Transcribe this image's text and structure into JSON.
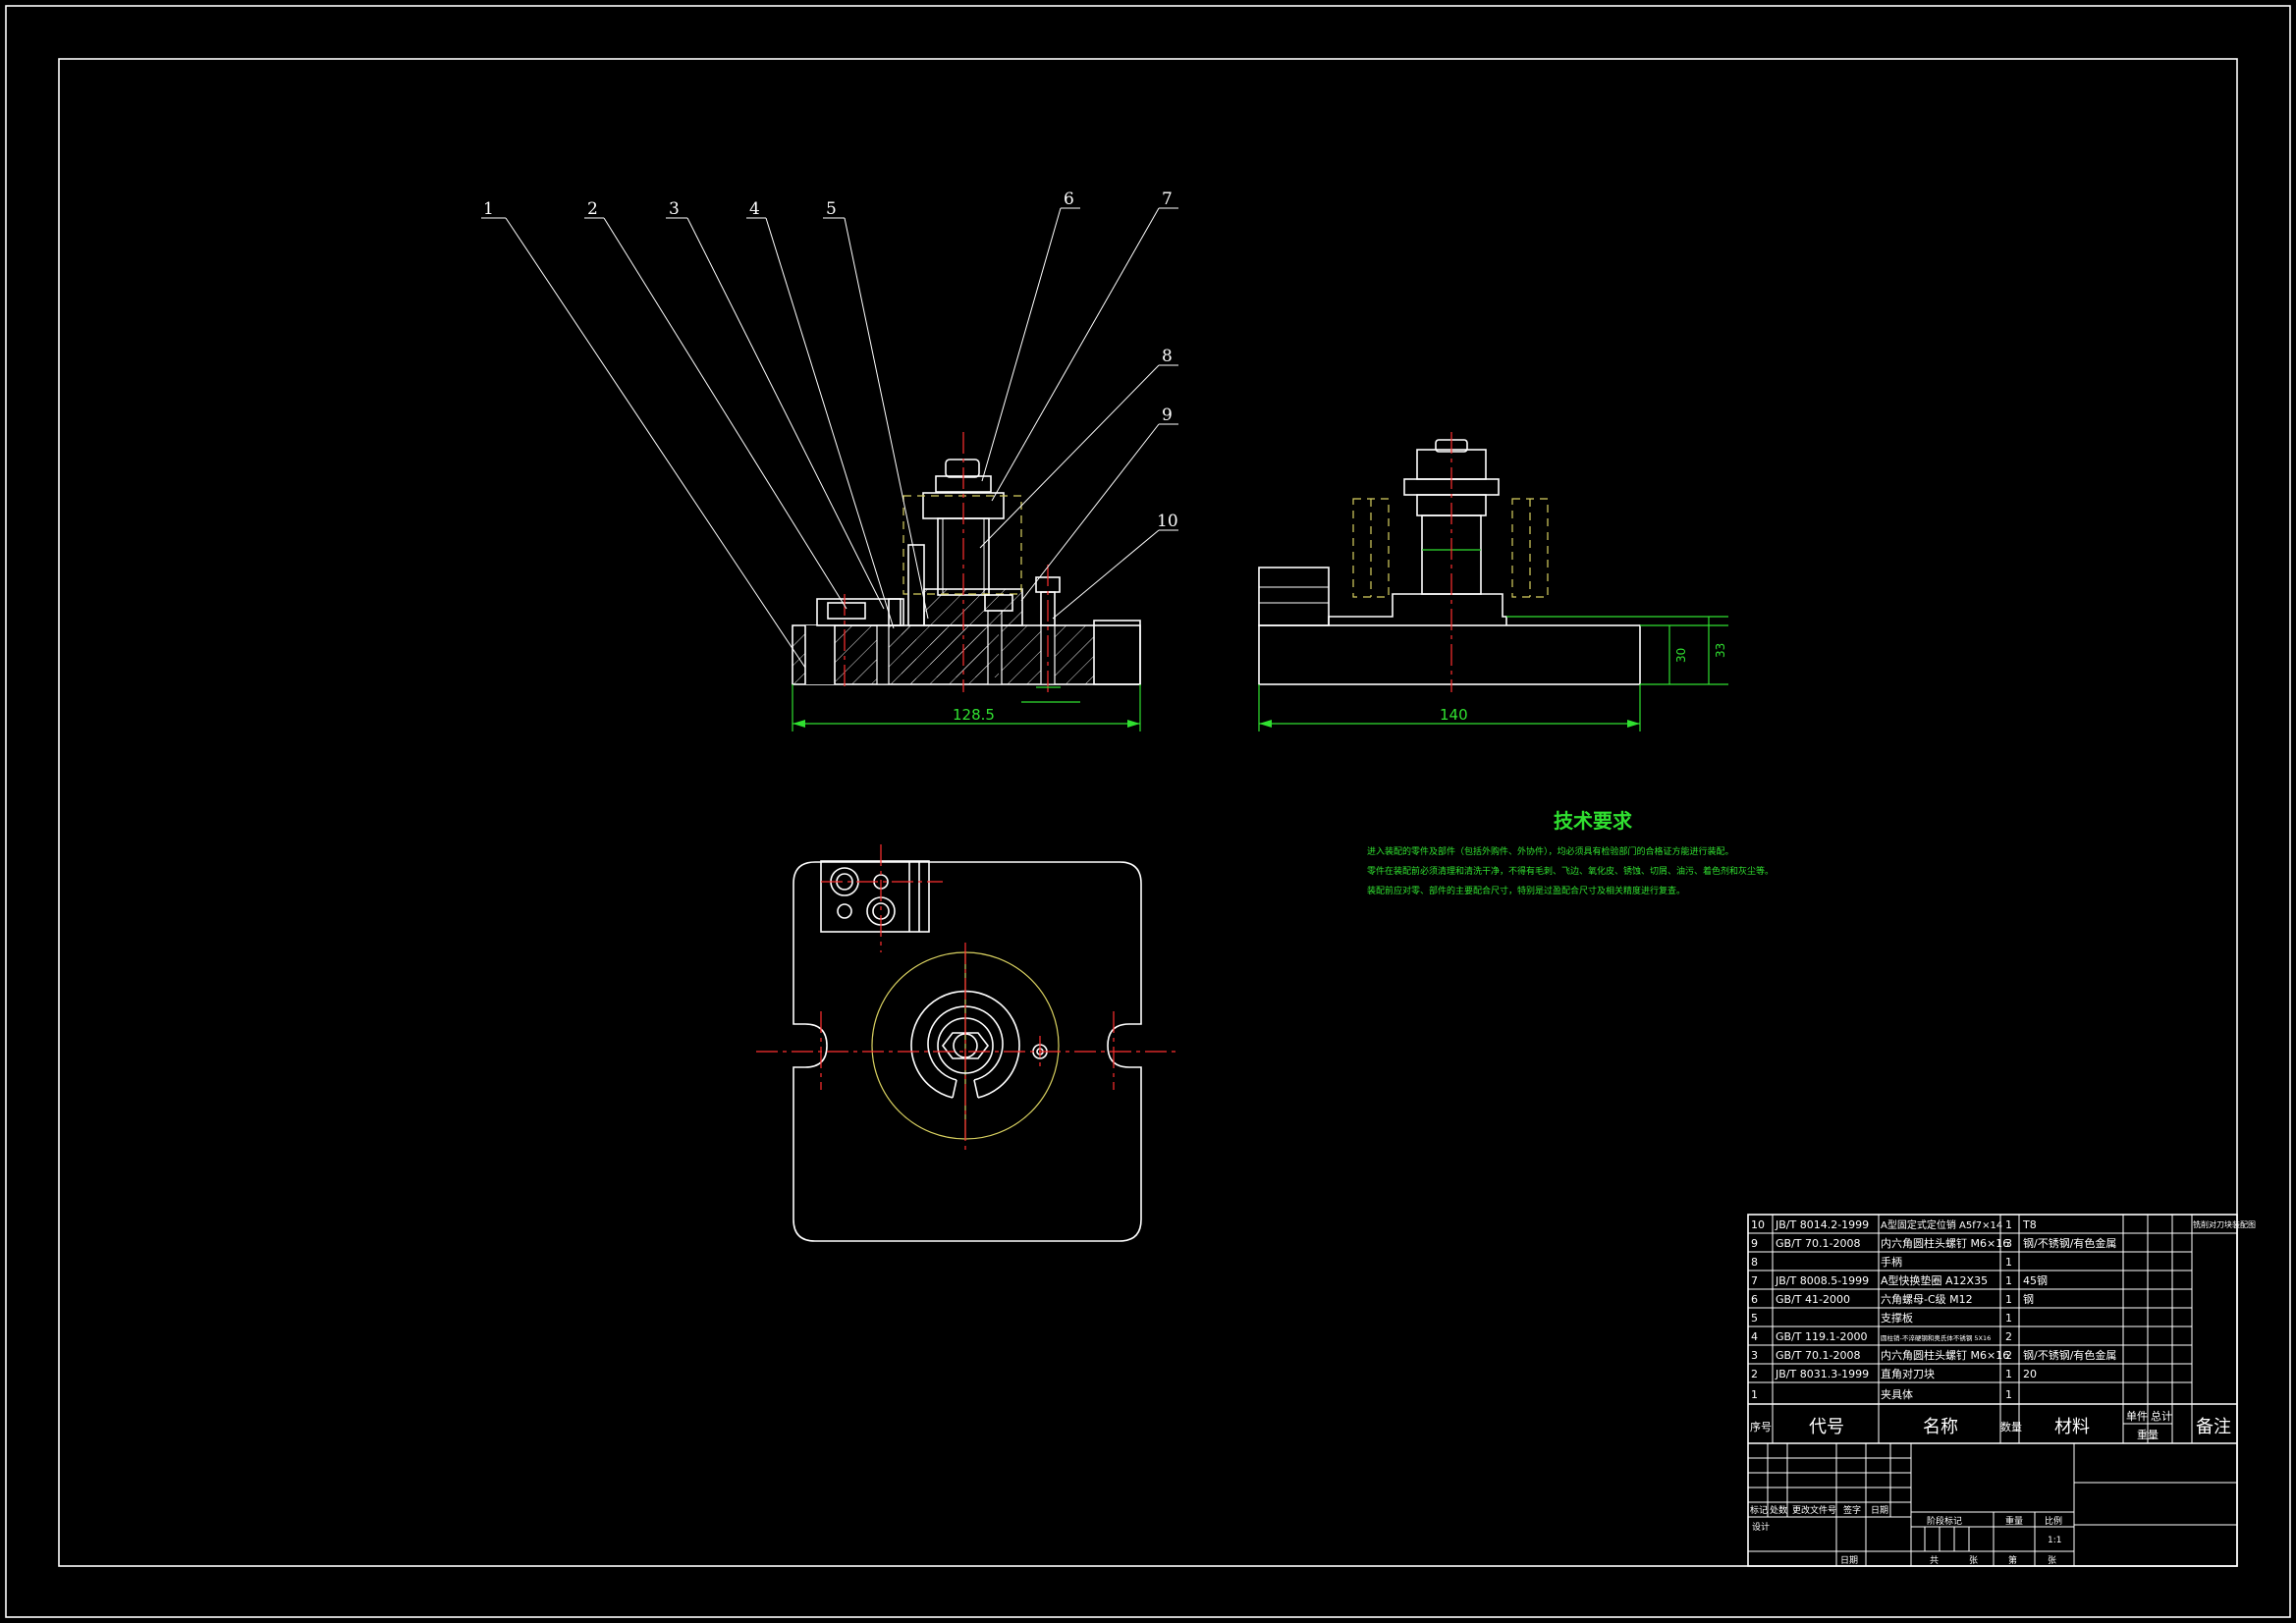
{
  "balloons": [
    "1",
    "2",
    "3",
    "4",
    "5",
    "6",
    "7",
    "8",
    "9",
    "10"
  ],
  "dimensions": {
    "front_width": "128.5",
    "side_width": "140",
    "side_height_a": "30",
    "side_height_b": "33"
  },
  "tech_req": {
    "title": "技术要求",
    "lines": [
      "进入装配的零件及部件（包括外购件、外协件），均必须具有检验部门的合格证方能进行装配。",
      "零件在装配前必须清理和清洗干净，不得有毛刺、飞边、氧化皮、锈蚀、切屑、油污、着色剂和灰尘等。",
      "装配前应对零、部件的主要配合尺寸，特别是过盈配合尺寸及相关精度进行复查。"
    ]
  },
  "bom": {
    "rows": [
      {
        "no": "10",
        "code": "JB/T 8014.2-1999",
        "name": "A型固定式定位销 A5f7×14",
        "qty": "1",
        "material": "T8"
      },
      {
        "no": "9",
        "code": "GB/T 70.1-2008",
        "name": "内六角圆柱头螺钉 M6×16",
        "qty": "3",
        "material": "钢/不锈钢/有色金属"
      },
      {
        "no": "8",
        "code": "",
        "name": "手柄",
        "qty": "1",
        "material": ""
      },
      {
        "no": "7",
        "code": "JB/T 8008.5-1999",
        "name": "A型快换垫圈 A12X35",
        "qty": "1",
        "material": "45钢"
      },
      {
        "no": "6",
        "code": "GB/T 41-2000",
        "name": "六角螺母-C级 M12",
        "qty": "1",
        "material": "钢"
      },
      {
        "no": "5",
        "code": "",
        "name": "支撑板",
        "qty": "1",
        "material": ""
      },
      {
        "no": "4",
        "code": "GB/T 119.1-2000",
        "name": "圆柱销-不淬硬钢和奥氏体不锈钢 5X16",
        "qty": "2",
        "material": ""
      },
      {
        "no": "3",
        "code": "GB/T 70.1-2008",
        "name": "内六角圆柱头螺钉 M6×16",
        "qty": "2",
        "material": "钢/不锈钢/有色金属"
      },
      {
        "no": "2",
        "code": "JB/T 8031.3-1999",
        "name": "直角对刀块",
        "qty": "1",
        "material": "20"
      },
      {
        "no": "1",
        "code": "",
        "name": "夹具体",
        "qty": "1",
        "material": ""
      }
    ],
    "headers": {
      "no": "序号",
      "code": "代号",
      "name": "名称",
      "qty": "数量",
      "material": "材料",
      "single": "单件",
      "total": "总计",
      "weight": "重量",
      "remark": "备注"
    },
    "right_note": "铣削对刀块装配图"
  },
  "title_block": {
    "labels_row": [
      "标记",
      "处数",
      "更改文件号",
      "签字",
      "日期"
    ],
    "design": "设计",
    "stage": "阶段标记",
    "weight": "重量",
    "scale": "比例",
    "scale_value": "1:1",
    "date": "日期",
    "bottom": [
      "共",
      "张",
      "第",
      "张"
    ]
  },
  "colors": {
    "outline": "#ffffff",
    "center": "#ff3030",
    "hidden": "#d8d060",
    "dimension": "#30e030"
  }
}
